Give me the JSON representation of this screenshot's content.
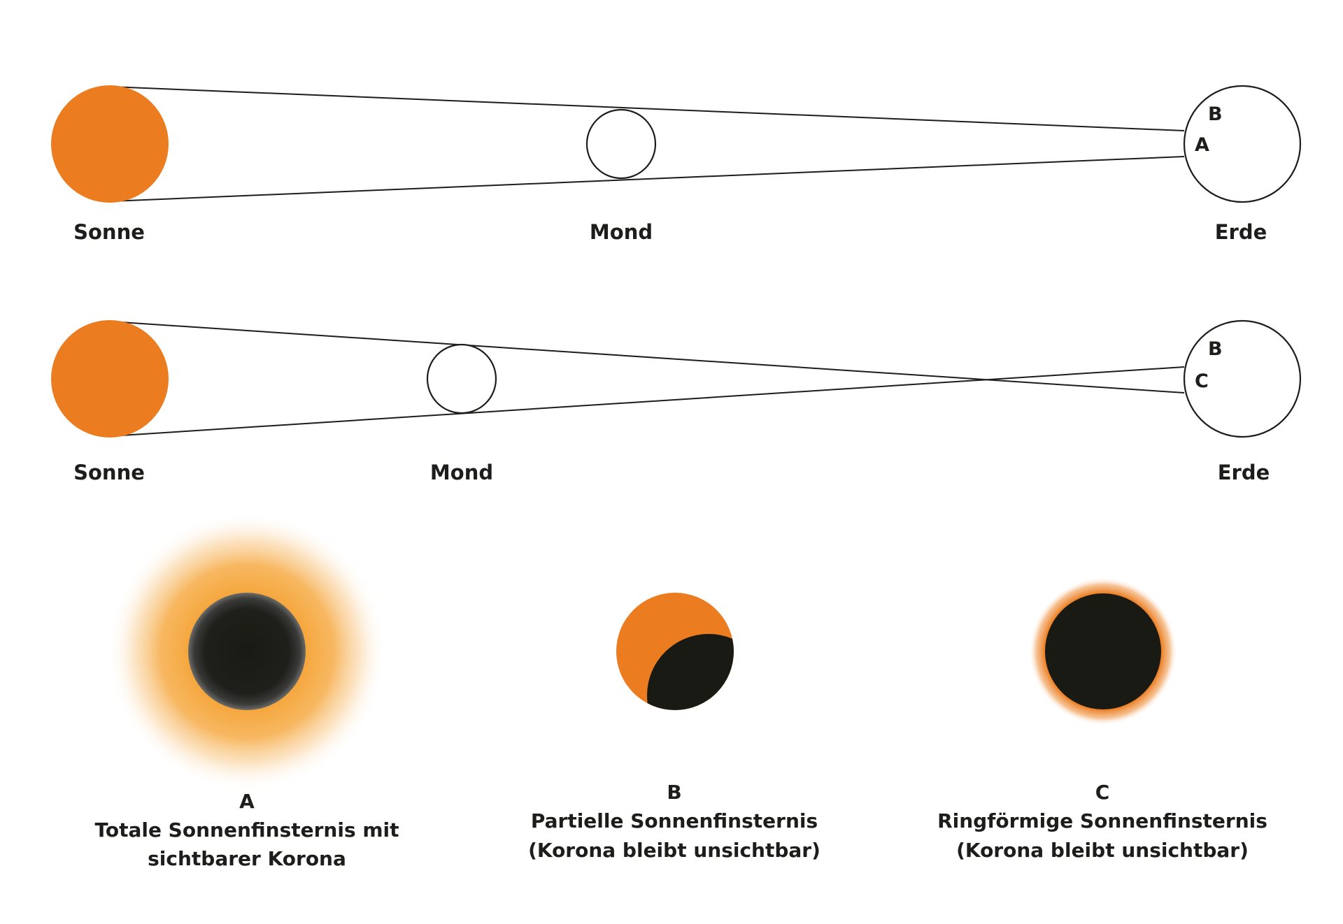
{
  "colors": {
    "sun": "#eb7c1f",
    "shadow": "#1a1a14",
    "corona": "#f5a53a",
    "ink": "#1d1d1b"
  },
  "top_row": {
    "sun_label": "Sonne",
    "moon_label": "Mond",
    "earth_label": "Erde",
    "point_upper": "B",
    "point_lower": "A"
  },
  "middle_row": {
    "sun_label": "Sonne",
    "moon_label": "Mond",
    "earth_label": "Erde",
    "point_upper": "B",
    "point_lower": "C"
  },
  "eclipses": [
    {
      "letter": "A",
      "caption_line1": "Totale Sonnenfinsternis mit",
      "caption_line2": "sichtbarer Korona"
    },
    {
      "letter": "B",
      "caption_line1": "Partielle Sonnenfinsternis",
      "caption_line2": "(Korona bleibt unsichtbar)"
    },
    {
      "letter": "C",
      "caption_line1": "Ringförmige Sonnenfinsternis",
      "caption_line2": "(Korona bleibt unsichtbar)"
    }
  ]
}
